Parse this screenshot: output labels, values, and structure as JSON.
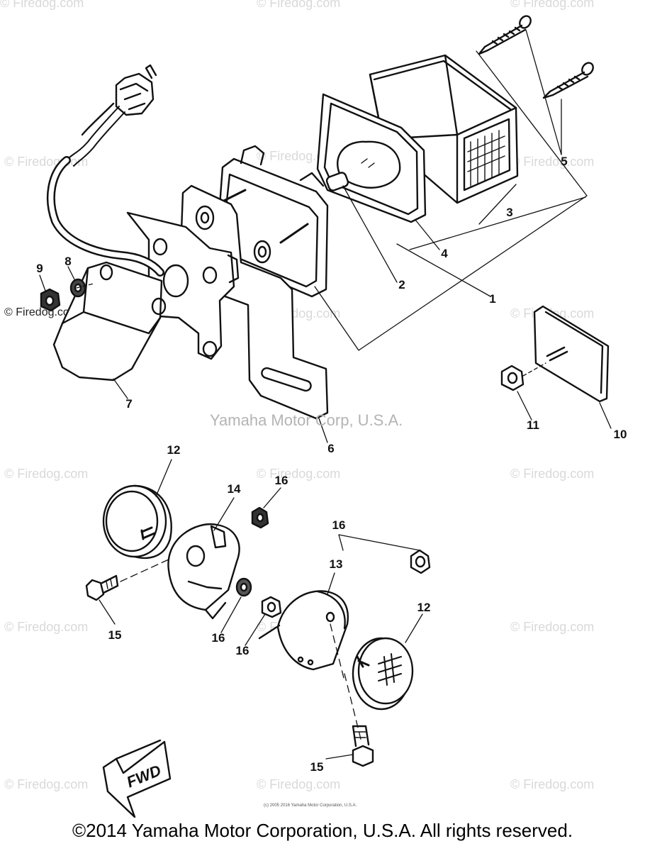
{
  "watermark": "© Firedog.com",
  "credit": "Yamaha Motor Corp, U.S.A.",
  "footer": "©2014 Yamaha Motor Corporation, U.S.A. All rights reserved.",
  "tiny_note": "(c) 2005 2016 Yamaha Motor Corporation, U.S.A.",
  "fwd_label": "FWD",
  "callouts": {
    "c1": "1",
    "c2": "2",
    "c3": "3",
    "c4": "4",
    "c5": "5",
    "c6": "6",
    "c7": "7",
    "c8": "8",
    "c9": "9",
    "c10": "10",
    "c11": "11",
    "c12a": "12",
    "c12b": "12",
    "c13": "13",
    "c14": "14",
    "c15a": "15",
    "c15b": "15",
    "c16a": "16",
    "c16b": "16",
    "c16c": "16",
    "c16d": "16"
  }
}
